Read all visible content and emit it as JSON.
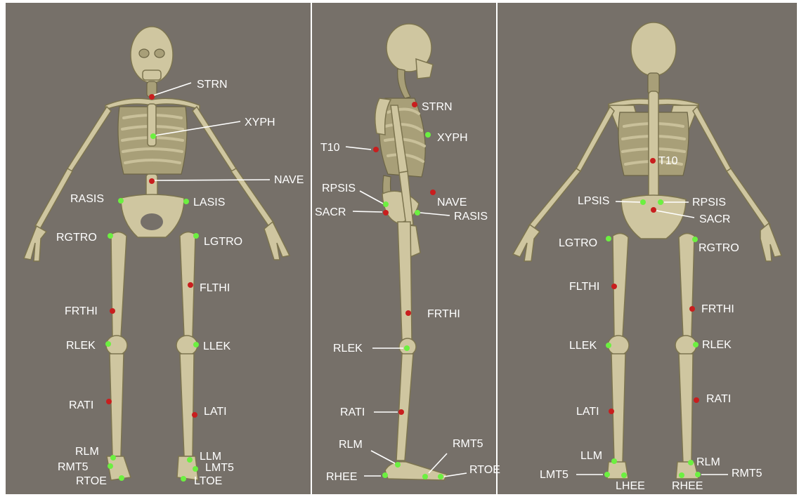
{
  "colors": {
    "background": "#767069",
    "bone": "#cfc6a0",
    "marker_green": "#6cf040",
    "marker_red": "#c81e1e",
    "label": "#ffffff"
  },
  "views": [
    {
      "id": "front",
      "markers": [
        {
          "label": "STRN",
          "color": "red"
        },
        {
          "label": "XYPH",
          "color": "green"
        },
        {
          "label": "NAVE",
          "color": "red"
        },
        {
          "label": "RASIS",
          "color": "green"
        },
        {
          "label": "LASIS",
          "color": "green"
        },
        {
          "label": "RGTRO",
          "color": "green"
        },
        {
          "label": "LGTRO",
          "color": "green"
        },
        {
          "label": "FLTHI",
          "color": "red"
        },
        {
          "label": "FRTHI",
          "color": "red"
        },
        {
          "label": "RLEK",
          "color": "green"
        },
        {
          "label": "LLEK",
          "color": "green"
        },
        {
          "label": "RATI",
          "color": "red"
        },
        {
          "label": "LATI",
          "color": "red"
        },
        {
          "label": "RLM",
          "color": "green"
        },
        {
          "label": "LLM",
          "color": "green"
        },
        {
          "label": "RMT5",
          "color": "green"
        },
        {
          "label": "LMT5",
          "color": "green"
        },
        {
          "label": "RTOE",
          "color": "green"
        },
        {
          "label": "LTOE",
          "color": "green"
        }
      ]
    },
    {
      "id": "side",
      "markers": [
        {
          "label": "STRN",
          "color": "red"
        },
        {
          "label": "XYPH",
          "color": "green"
        },
        {
          "label": "T10",
          "color": "red"
        },
        {
          "label": "NAVE",
          "color": "red"
        },
        {
          "label": "RPSIS",
          "color": "green"
        },
        {
          "label": "SACR",
          "color": "red"
        },
        {
          "label": "RASIS",
          "color": "green"
        },
        {
          "label": "FRTHI",
          "color": "red"
        },
        {
          "label": "RLEK",
          "color": "green"
        },
        {
          "label": "RATI",
          "color": "red"
        },
        {
          "label": "RLM",
          "color": "green"
        },
        {
          "label": "RMT5",
          "color": "green"
        },
        {
          "label": "RHEE",
          "color": "green"
        },
        {
          "label": "RTOE",
          "color": "green"
        }
      ]
    },
    {
      "id": "back",
      "markers": [
        {
          "label": "T10",
          "color": "red"
        },
        {
          "label": "LPSIS",
          "color": "green"
        },
        {
          "label": "RPSIS",
          "color": "green"
        },
        {
          "label": "SACR",
          "color": "red"
        },
        {
          "label": "LGTRO",
          "color": "green"
        },
        {
          "label": "RGTRO",
          "color": "green"
        },
        {
          "label": "FLTHI",
          "color": "red"
        },
        {
          "label": "FRTHI",
          "color": "red"
        },
        {
          "label": "LLEK",
          "color": "green"
        },
        {
          "label": "RLEK",
          "color": "green"
        },
        {
          "label": "LATI",
          "color": "red"
        },
        {
          "label": "RATI",
          "color": "red"
        },
        {
          "label": "LLM",
          "color": "green"
        },
        {
          "label": "RLM",
          "color": "green"
        },
        {
          "label": "LMT5",
          "color": "green"
        },
        {
          "label": "RMT5",
          "color": "green"
        },
        {
          "label": "LHEE",
          "color": "green"
        },
        {
          "label": "RHEE",
          "color": "green"
        }
      ]
    }
  ]
}
